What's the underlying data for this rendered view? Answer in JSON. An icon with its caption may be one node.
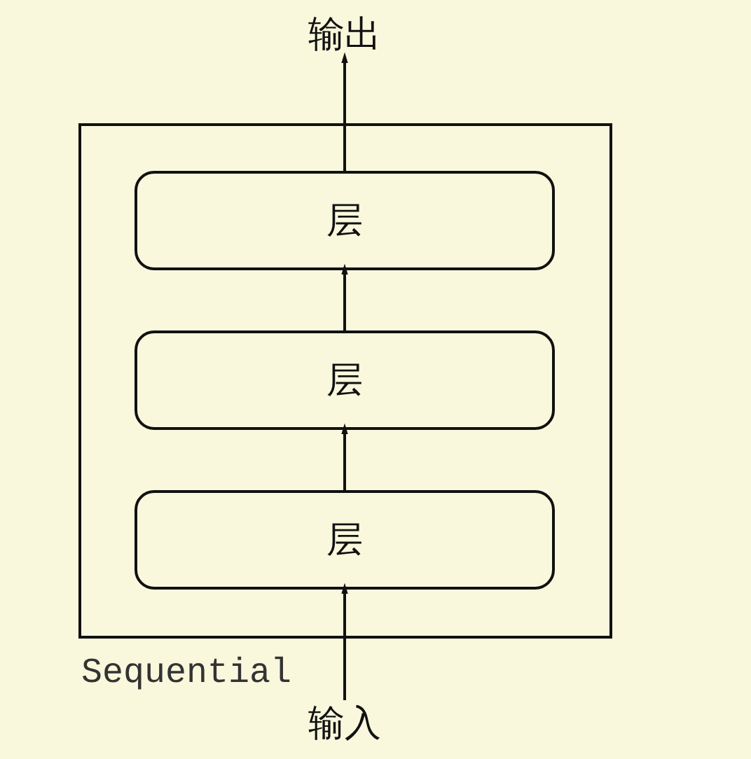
{
  "diagram": {
    "nodes": [
      {
        "text": [
          "输出"
        ]
      },
      {
        "text": [
          "Sequential"
        ]
      },
      {
        "text": [
          "层"
        ],
        "in": 1
      },
      {
        "text": [
          "层"
        ],
        "in": 1
      },
      {
        "text": [
          "层"
        ],
        "in": 1
      },
      {
        "text": [
          "输入"
        ]
      }
    ],
    "edges": [
      {
        "from": 5,
        "to": 4,
        "arrow": "to"
      },
      {
        "from": 4,
        "to": 3,
        "arrow": "to"
      },
      {
        "from": 3,
        "to": 2,
        "arrow": "to"
      },
      {
        "from": 2,
        "to": 0,
        "arrow": "to"
      }
    ]
  }
}
